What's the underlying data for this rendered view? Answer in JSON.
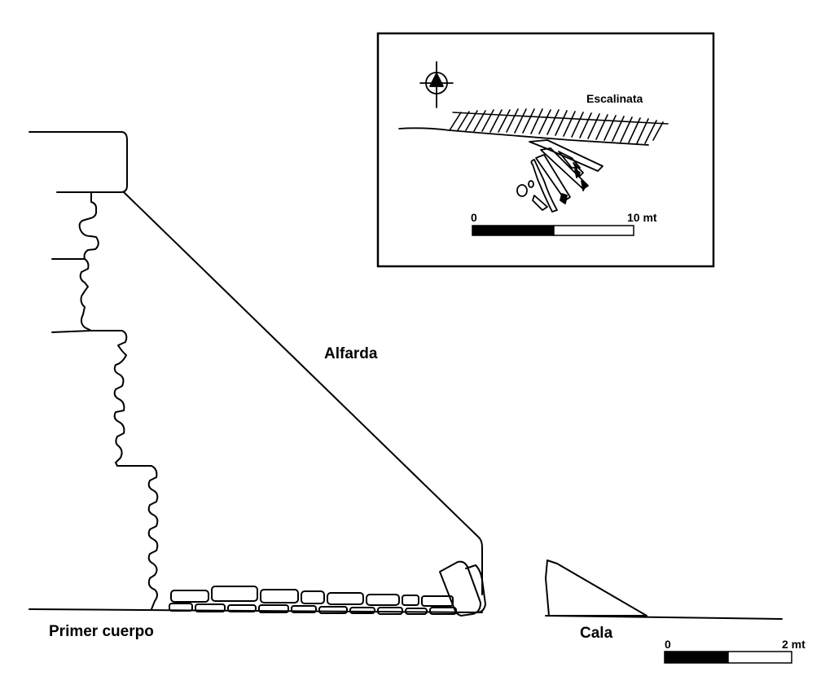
{
  "labels": {
    "alfarda": "Alfarda",
    "primer_cuerpo": "Primer cuerpo",
    "cala": "Cala"
  },
  "main_scale": {
    "start": "0",
    "end": "2 mt"
  },
  "inset": {
    "label": "Escalinata",
    "scale": {
      "start": "0",
      "end": "10 mt"
    },
    "north_symbol": "north-arrow-icon"
  },
  "colors": {
    "ink": "#000000",
    "paper": "#ffffff"
  }
}
